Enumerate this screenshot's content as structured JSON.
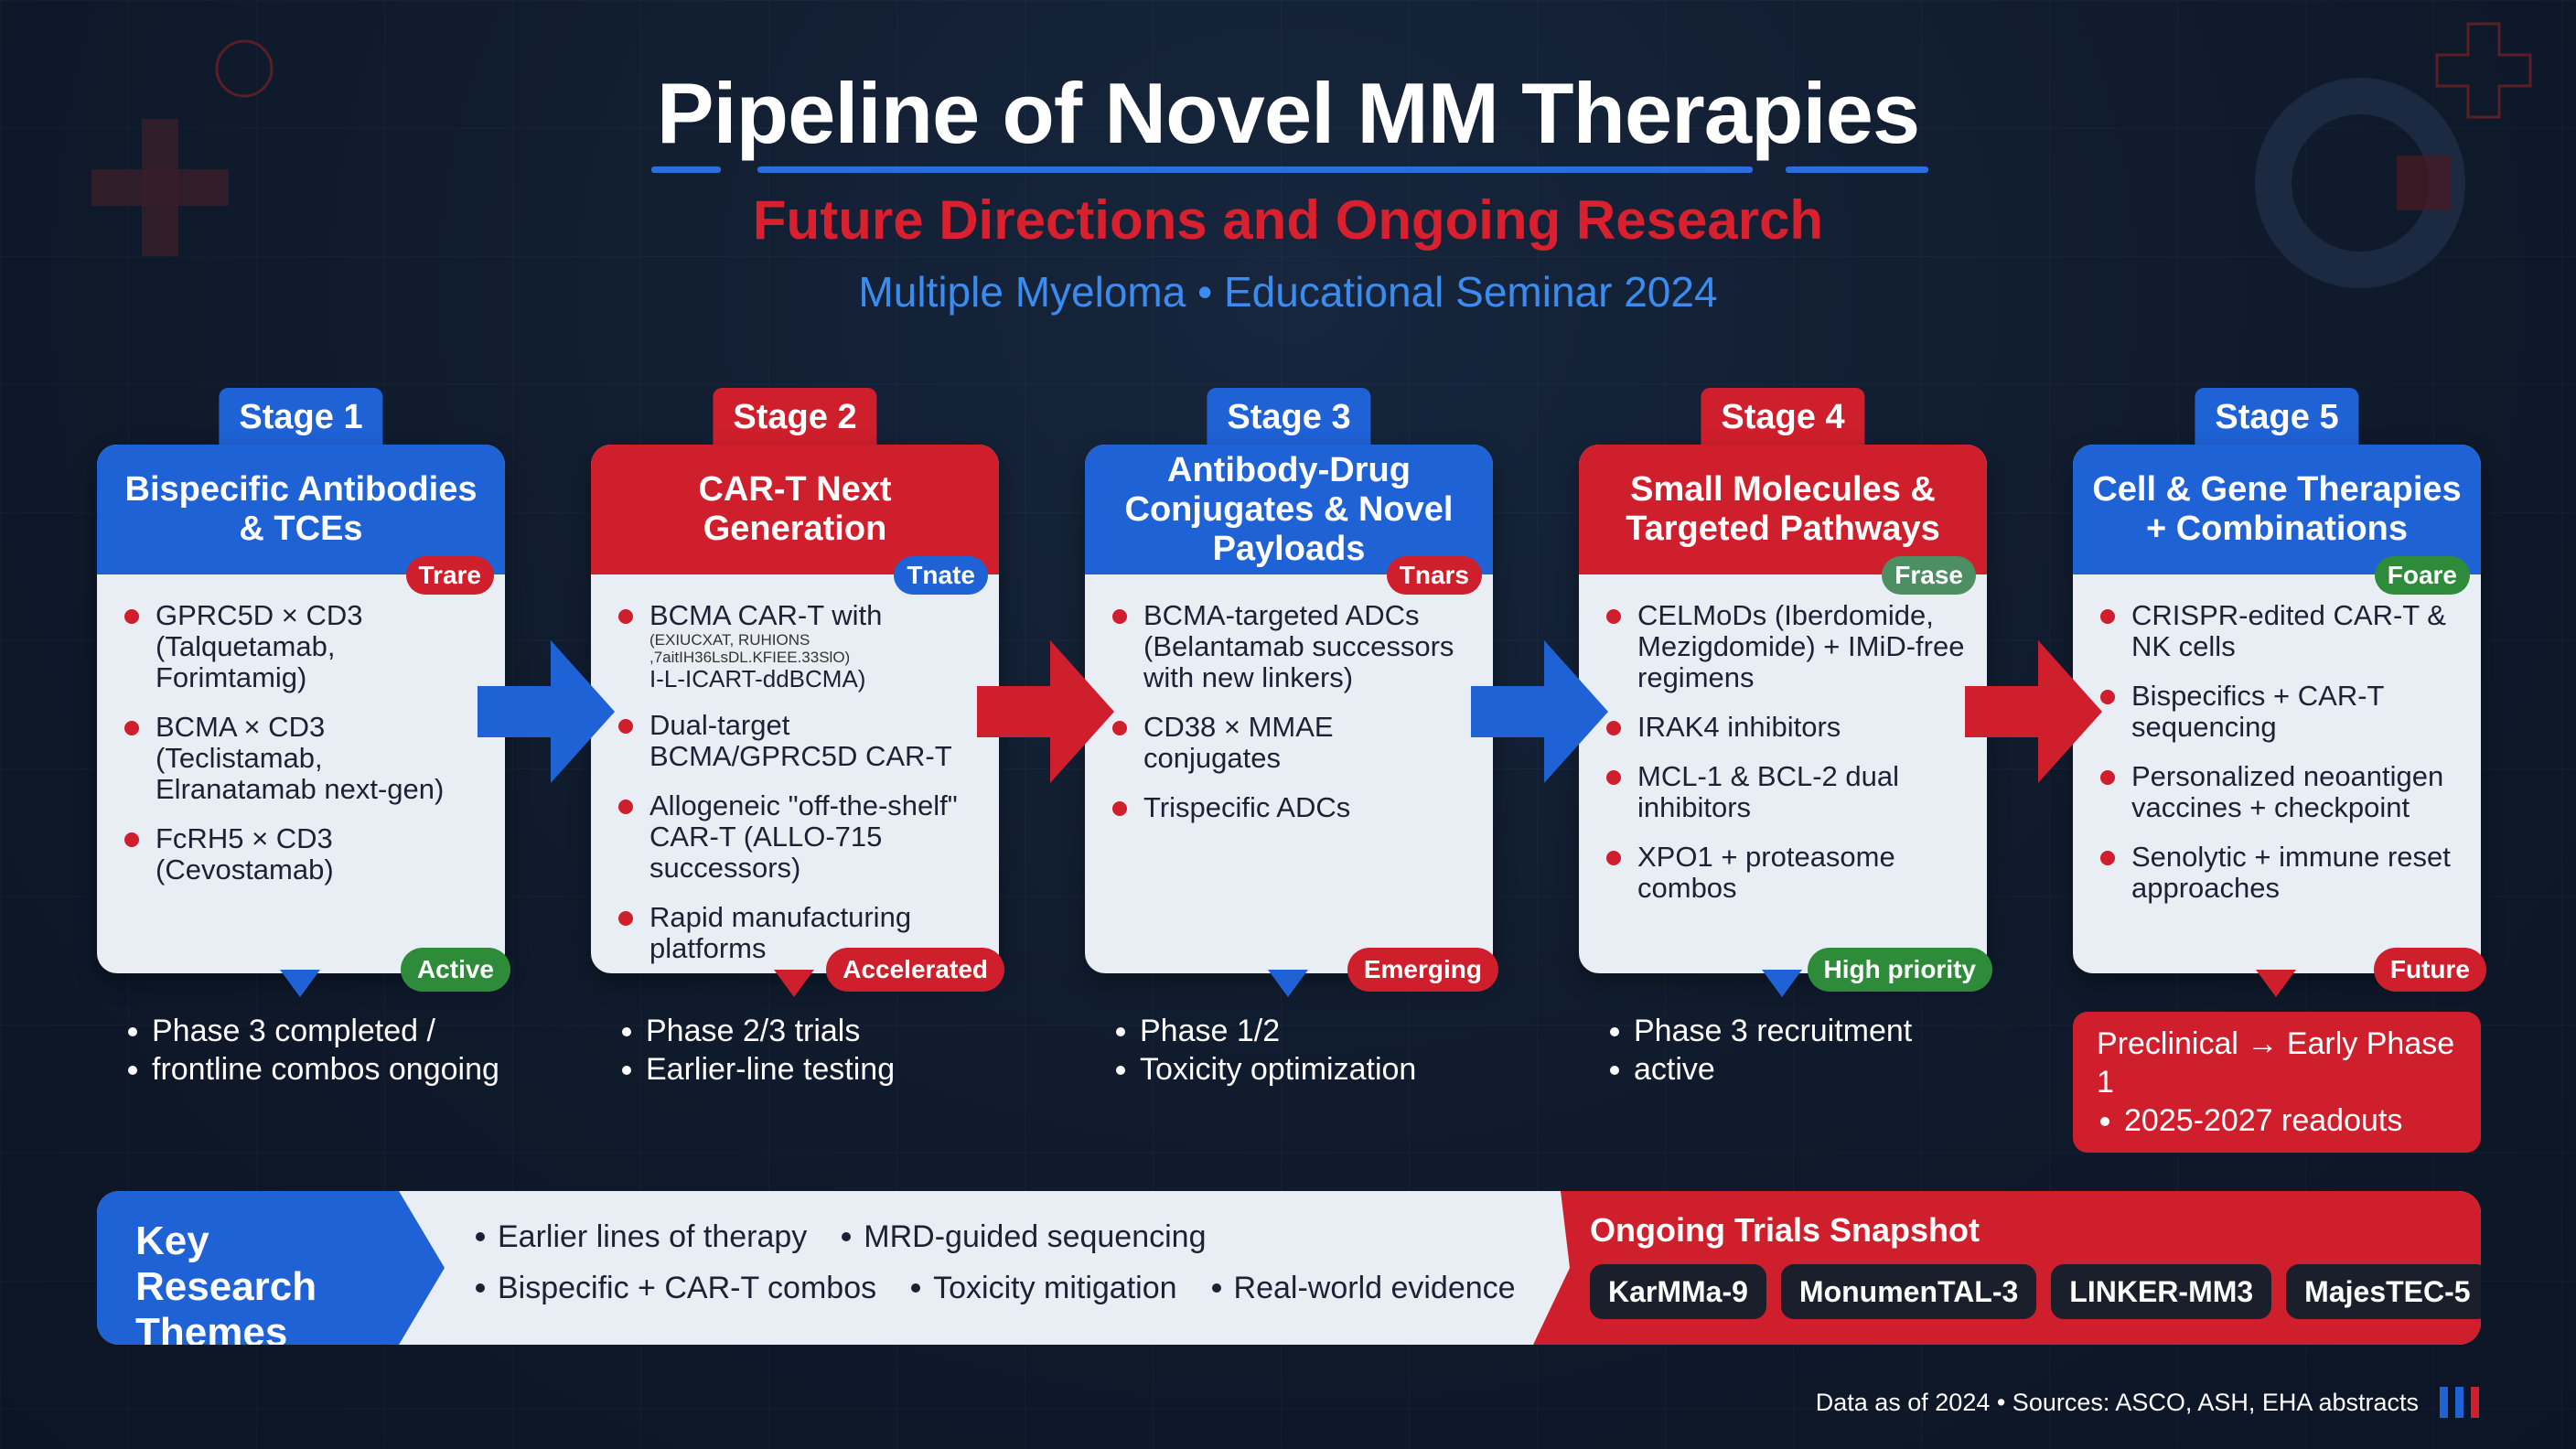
{
  "header": {
    "title": "Pipeline of Novel MM Therapies",
    "subtitle": "Future Directions and Ongoing Research",
    "event": "Multiple Myeloma • Educational Seminar 2024"
  },
  "colors": {
    "blue": "#1f62d6",
    "red": "#d01f2c",
    "green": "#2e8b3a",
    "background": "#0f1a2c"
  },
  "stages": [
    {
      "tab": "Stage 1",
      "heading": "Bispecific Antibodies & TCEs",
      "tag": "Trare",
      "items": [
        "GPRC5D × CD3 (Talquetamab, Forimtamig)",
        "BCMA × CD3 (Teclistamab, Elranatamab next-gen)",
        "FcRH5 × CD3 (Cevostamab)"
      ],
      "status": "Active",
      "phase": [
        "Phase 3 completed /",
        "frontline combos ongoing"
      ]
    },
    {
      "tab": "Stage 2",
      "heading": "CAR-T Next Generation",
      "tag": "Tnate",
      "items": [
        "BCMA CAR-T with",
        "Dual-target BCMA/GPRC5D CAR-T",
        "Allogeneic \"off-the-shelf\" CAR-T (ALLO-715 successors)",
        "Rapid manufacturing platforms"
      ],
      "item_fine_print": "(EXIUCXAT, RUHIONS ,7aitIH36LsDL.KFIEE.33SlO)",
      "item_subline": "I-L-ICART-ddBCMA)",
      "status": "Accelerated",
      "phase": [
        "Phase 2/3 trials",
        "Earlier-line testing"
      ]
    },
    {
      "tab": "Stage 3",
      "heading": "Antibody-Drug Conjugates & Novel Payloads",
      "tag": "Tnars",
      "items": [
        "BCMA-targeted ADCs (Belantamab successors with new linkers)",
        "CD38 × MMAE conjugates",
        "Trispecific ADCs"
      ],
      "status": "Emerging",
      "phase": [
        "Phase 1/2",
        "Toxicity optimization"
      ]
    },
    {
      "tab": "Stage 4",
      "heading": "Small Molecules & Targeted Pathways",
      "tag": "Frase",
      "items": [
        "CELMoDs (Iberdomide, Mezigdomide) + IMiD-free regimens",
        "IRAK4 inhibitors",
        "MCL-1 & BCL-2 dual inhibitors",
        "XPO1 + proteasome combos"
      ],
      "status": "High priority",
      "phase": [
        "Phase 3 recruitment",
        "active"
      ]
    },
    {
      "tab": "Stage 5",
      "heading": "Cell & Gene Therapies + Combinations",
      "tag": "Foare",
      "items": [
        "CRISPR-edited CAR-T & NK cells",
        "Bispecifics + CAR-T sequencing",
        "Personalized neoantigen vaccines + checkpoint",
        "Senolytic + immune reset approaches"
      ],
      "status": "Future",
      "phase": [
        "Preclinical → Early Phase 1",
        "2025-2027 readouts"
      ]
    }
  ],
  "themes": {
    "label": "Key Research Themes",
    "row1": [
      "Earlier lines of therapy",
      "MRD-guided sequencing"
    ],
    "row2": [
      "Bispecific + CAR-T combos",
      "Toxicity mitigation",
      "Real-world evidence"
    ]
  },
  "trials": {
    "title": "Ongoing Trials Snapshot",
    "items": [
      "KarMMa-9",
      "MonumenTAL-3",
      "LINKER-MM3",
      "MajesTEC-5"
    ]
  },
  "footer": {
    "text": "Data as of 2024  •  Sources: ASCO, ASH, EHA abstracts"
  }
}
